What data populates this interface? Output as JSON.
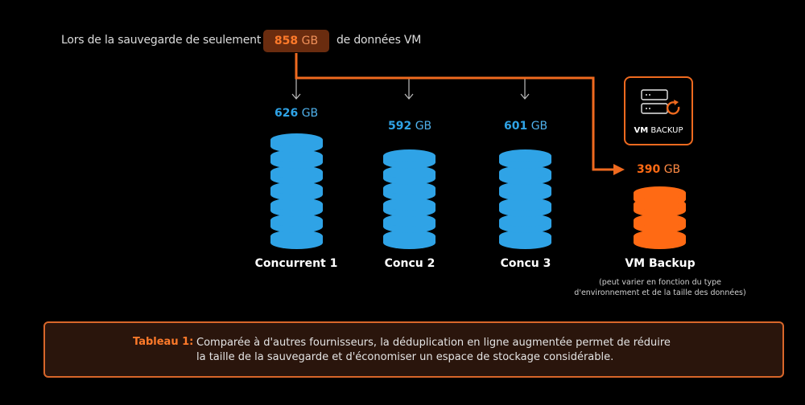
{
  "header": {
    "intro_before": "Lors de la sauvegarde de seulement",
    "source_value": "858",
    "source_unit": "GB",
    "intro_after": "de données VM"
  },
  "vm_backup_box": {
    "label_bold": "VM",
    "label_rest": " BACKUP",
    "icon": "server-backup-icon"
  },
  "bars": [
    {
      "name": "Concurrent 1",
      "value": "626",
      "unit": "GB",
      "color": "#2fa3e6"
    },
    {
      "name": "Concu 2",
      "value": "592",
      "unit": "GB",
      "color": "#2fa3e6"
    },
    {
      "name": "Concu 3",
      "value": "601",
      "unit": "GB",
      "color": "#2fa3e6"
    },
    {
      "name": "VM Backup",
      "value": "390",
      "unit": "GB",
      "color": "#ff6a14"
    }
  ],
  "vm_note_line1": "(peut varier en fonction du type",
  "vm_note_line2": "d'environnement et de la taille des données)",
  "caption": {
    "title": "Tableau 1:",
    "line1": "Comparée à d'autres fournisseurs, la déduplication en ligne augmentée permet de réduire",
    "line2": "la taille de la sauvegarde et d'économiser un espace de stockage considérable."
  },
  "colors": {
    "accent_orange": "#ef6a1f",
    "bar_blue": "#2fa3e6",
    "background": "#000000"
  },
  "chart_data": {
    "type": "bar",
    "title": "Lors de la sauvegarde de seulement 858 GB de données VM",
    "categories": [
      "Concurrent 1",
      "Concu 2",
      "Concu 3",
      "VM Backup"
    ],
    "values": [
      626,
      592,
      601,
      390
    ],
    "unit": "GB",
    "source_total": 858,
    "xlabel": "",
    "ylabel": "GB",
    "grid": false,
    "legend": "none",
    "annotations": [
      "VM BACKUP",
      "(peut varier en fonction du type d'environnement et de la taille des données)"
    ]
  }
}
